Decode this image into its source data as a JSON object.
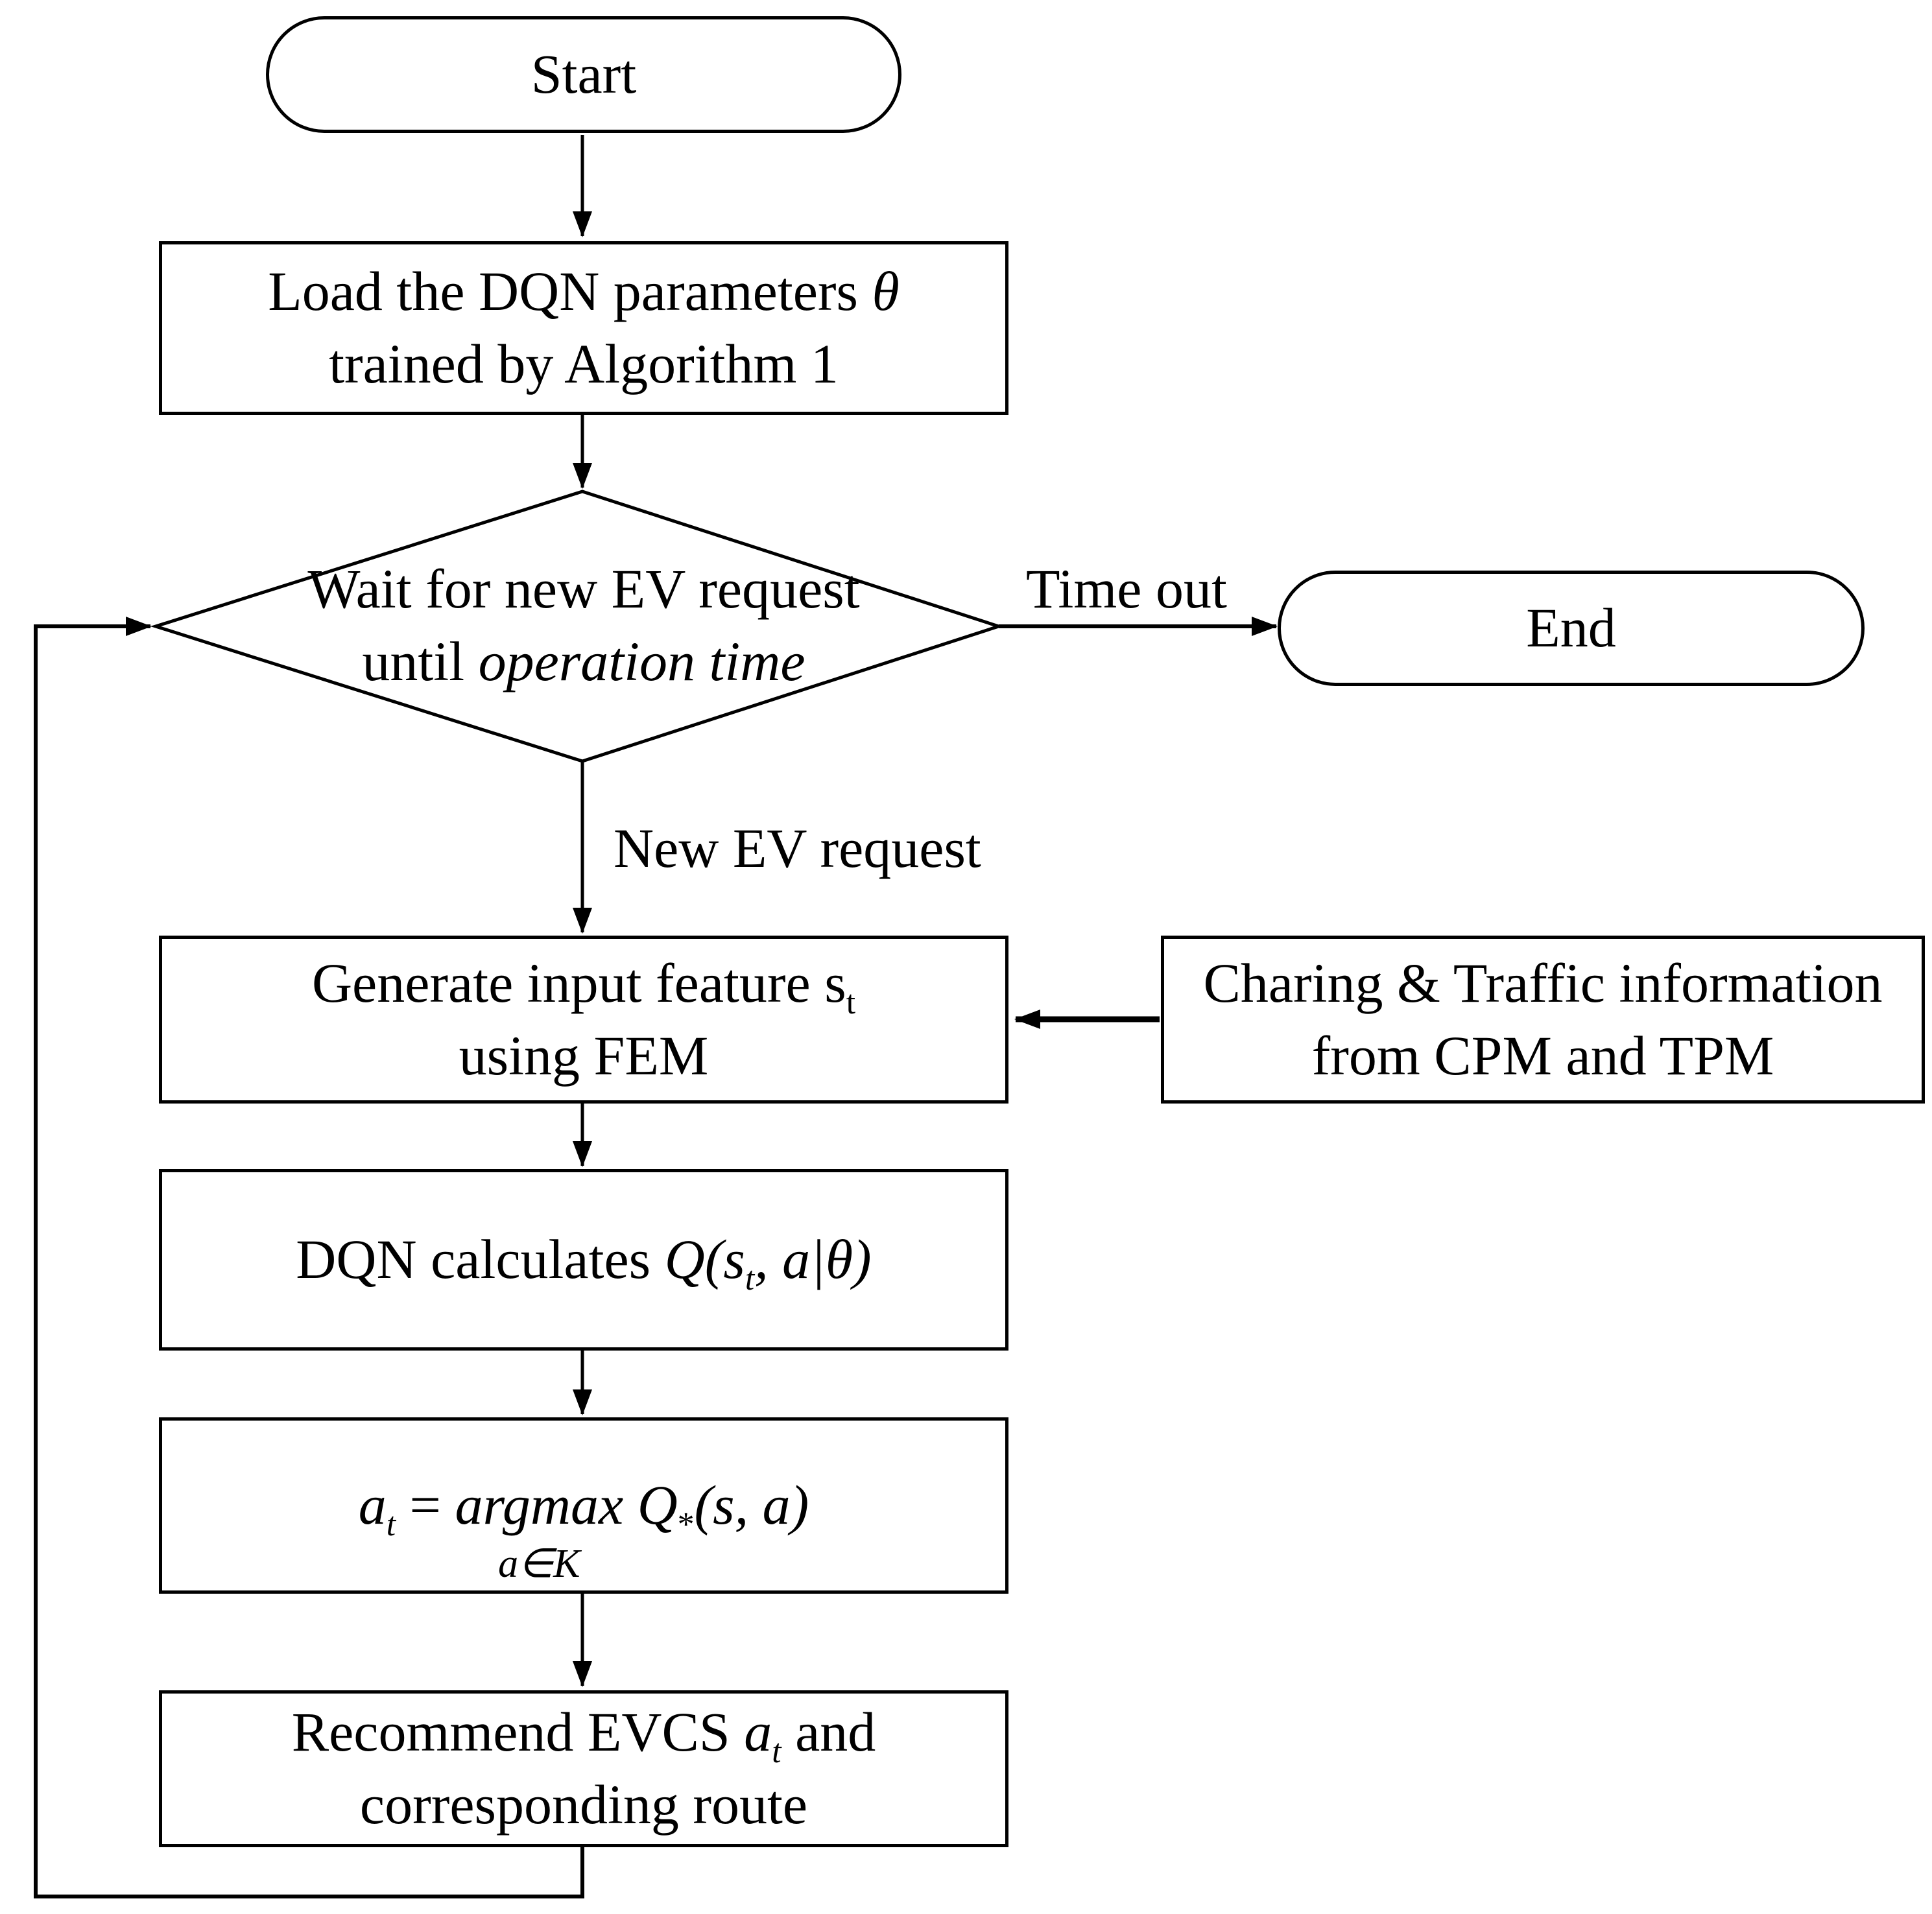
{
  "colors": {
    "stroke": "#000000",
    "node_fill": "#ffffff",
    "text": "#000000",
    "background": "#ffffff"
  },
  "nodes": {
    "start": {
      "label": "Start"
    },
    "load": {
      "line1": "Load the DQN parameters ",
      "line1_math": "θ",
      "line2": "trained by Algorithm 1"
    },
    "wait": {
      "line1": "Wait for new EV request",
      "line2_prefix": "until ",
      "line2_italic": "operation time"
    },
    "end": {
      "label": "End"
    },
    "generate": {
      "line1_text": "Generate input feature s",
      "line1_sub": "t",
      "line2": "using FEM"
    },
    "charging_info": {
      "line1": "Charing & Traffic information",
      "line2": "from CPM and TPM"
    },
    "dqn": {
      "prefix": "DQN calculates ",
      "math_pre": "Q(s",
      "math_sub": "t",
      "math_post": ", a|θ)"
    },
    "argmax": {
      "lhs": "a",
      "lhs_sub": "t",
      "equals": " = ",
      "operator": "argmax",
      "q": " Q",
      "q_sub": "*",
      "args": "(s, a)",
      "constraint": "a∈K"
    },
    "recommend": {
      "line1_text": "Recommend EVCS ",
      "line1_math": "a",
      "line1_sub": "t",
      "line1_tail": " and",
      "line2": "corresponding route"
    }
  },
  "edge_labels": {
    "timeout": "Time out",
    "new_request": "New EV request"
  }
}
